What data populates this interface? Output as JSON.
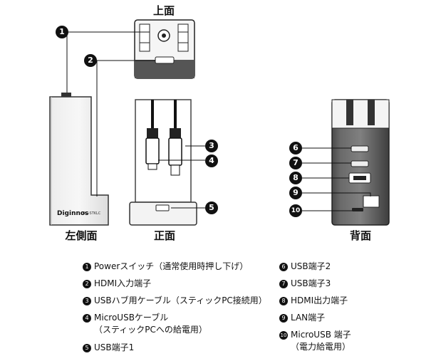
{
  "views": {
    "top": "上面",
    "left": "左側面",
    "front": "正面",
    "back": "背面"
  },
  "device": {
    "brand": "Diginnos",
    "model": "DG-STKLC"
  },
  "callouts": [
    "1",
    "2",
    "3",
    "4",
    "5",
    "6",
    "7",
    "8",
    "9",
    "10"
  ],
  "legend": [
    {
      "num": "1",
      "line1": "Powerスイッチ（通常使用時押し下げ）",
      "line2": ""
    },
    {
      "num": "2",
      "line1": "HDMI入力端子",
      "line2": ""
    },
    {
      "num": "3",
      "line1": "USBハブ用ケーブル（スティックPC接続用）",
      "line2": ""
    },
    {
      "num": "4",
      "line1": "MicroUSBケーブル",
      "line2": "（スティックPCへの給電用）"
    },
    {
      "num": "5",
      "line1": "USB端子1",
      "line2": ""
    },
    {
      "num": "6",
      "line1": "USB端子2",
      "line2": ""
    },
    {
      "num": "7",
      "line1": "USB端子3",
      "line2": ""
    },
    {
      "num": "8",
      "line1": "HDMI出力端子",
      "line2": ""
    },
    {
      "num": "9",
      "line1": "LAN端子",
      "line2": ""
    },
    {
      "num": "10",
      "line1": "MicroUSB 端子",
      "line2": "（電力給電用）"
    }
  ]
}
